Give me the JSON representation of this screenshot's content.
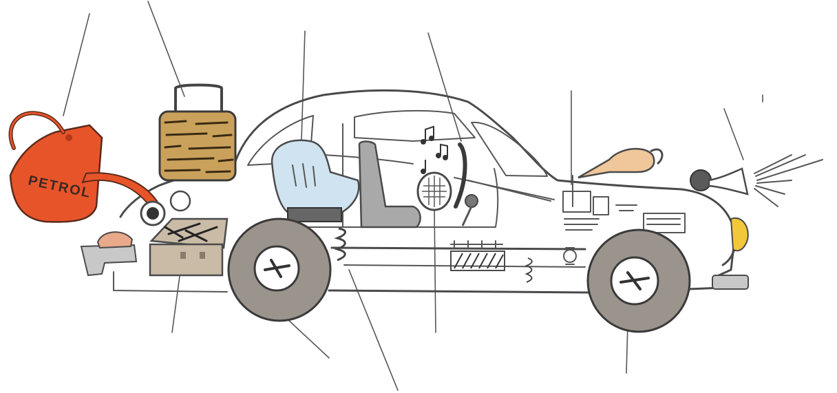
{
  "illustration": {
    "subject": "car-cutaway-sketch",
    "can_print": "PETROL",
    "colors": {
      "outline": "#4a4a4a",
      "petrol_can": "#e8542a",
      "basket": "#c9a15a",
      "child_seat": "#cfe3f0",
      "seat": "#a9a9a9",
      "tyre": "#9a948c",
      "oil_can": "#efc79a",
      "headlight": "#f2c83a",
      "horn": "#5a5a5a",
      "cushion": "#e9a98a",
      "toolbox": "#c9bba6"
    },
    "labelled_parts": [
      "petrol-can",
      "picnic-basket",
      "child-seat",
      "steering-wheel",
      "engine",
      "horn",
      "toolbox",
      "rear-wheel",
      "suspension-spring",
      "speaker",
      "front-wheel"
    ]
  }
}
